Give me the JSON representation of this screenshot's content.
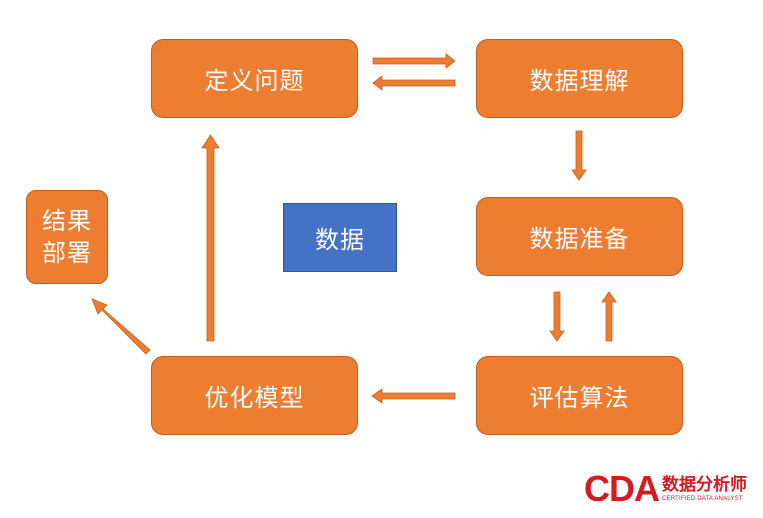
{
  "nodes": {
    "define": "定义问题",
    "understand": "数据理解",
    "prepare": "数据准备",
    "evaluate": "评估算法",
    "optimize": "优化模型",
    "deploy_line1": "结果",
    "deploy_line2": "部署",
    "center": "数据"
  },
  "logo": {
    "brand": "CDA",
    "chinese": "数据分析师",
    "english": "CERTIFIED DATA ANALYST"
  },
  "colors": {
    "process_box": "#ED7D31",
    "center_box": "#4472C4",
    "arrow": "#ED7D31",
    "logo": "#D71920"
  }
}
